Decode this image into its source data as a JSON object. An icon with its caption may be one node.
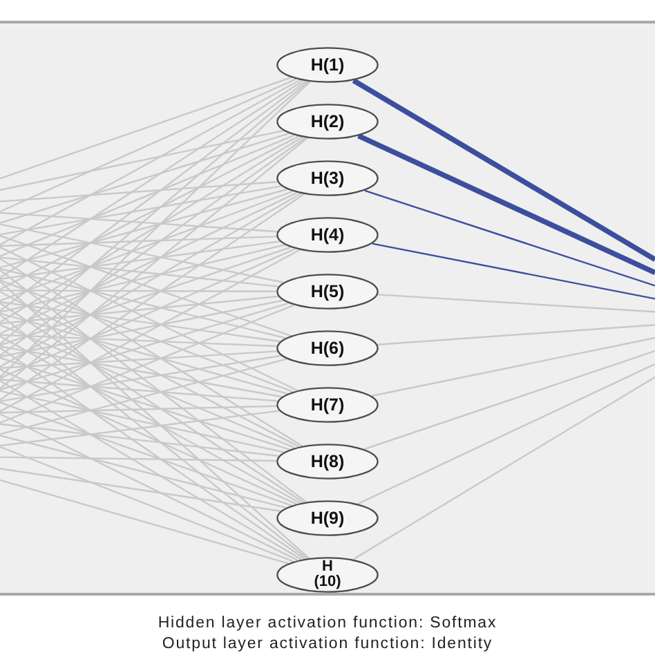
{
  "diagram": {
    "nodes": [
      {
        "text": [
          "H(1)"
        ]
      },
      {
        "text": [
          "H(2)"
        ]
      },
      {
        "text": [
          "H(3)"
        ]
      },
      {
        "text": [
          "H(4)"
        ]
      },
      {
        "text": [
          "H(5)"
        ]
      },
      {
        "text": [
          "H(6)"
        ]
      },
      {
        "text": [
          "H(7)"
        ]
      },
      {
        "text": [
          "H(8)"
        ]
      },
      {
        "text": [
          "H(9)"
        ]
      },
      {
        "text": [
          "H (10)"
        ]
      }
    ],
    "edges": [
      {
        "from": null,
        "to": 0,
        "arrow": "none"
      },
      {
        "from": null,
        "to": 1,
        "arrow": "none"
      },
      {
        "from": null,
        "to": 2,
        "arrow": "none"
      },
      {
        "from": null,
        "to": 3,
        "arrow": "none"
      },
      {
        "from": null,
        "to": 4,
        "arrow": "none"
      },
      {
        "from": null,
        "to": 5,
        "arrow": "none"
      },
      {
        "from": null,
        "to": 6,
        "arrow": "none"
      },
      {
        "from": null,
        "to": 7,
        "arrow": "none"
      },
      {
        "from": null,
        "to": 8,
        "arrow": "none"
      },
      {
        "from": null,
        "to": 9,
        "arrow": "none"
      },
      {
        "from": null,
        "to": 0,
        "arrow": "none"
      },
      {
        "from": null,
        "to": 1,
        "arrow": "none"
      },
      {
        "from": null,
        "to": 2,
        "arrow": "none"
      },
      {
        "from": null,
        "to": 3,
        "arrow": "none"
      },
      {
        "from": null,
        "to": 4,
        "arrow": "none"
      },
      {
        "from": null,
        "to": 5,
        "arrow": "none"
      },
      {
        "from": null,
        "to": 6,
        "arrow": "none"
      },
      {
        "from": null,
        "to": 7,
        "arrow": "none"
      },
      {
        "from": null,
        "to": 8,
        "arrow": "none"
      },
      {
        "from": null,
        "to": 9,
        "arrow": "none"
      },
      {
        "from": null,
        "to": 0,
        "arrow": "none"
      },
      {
        "from": null,
        "to": 1,
        "arrow": "none"
      },
      {
        "from": null,
        "to": 2,
        "arrow": "none"
      },
      {
        "from": null,
        "to": 3,
        "arrow": "none"
      },
      {
        "from": null,
        "to": 4,
        "arrow": "none"
      },
      {
        "from": null,
        "to": 5,
        "arrow": "none"
      },
      {
        "from": null,
        "to": 6,
        "arrow": "none"
      },
      {
        "from": null,
        "to": 7,
        "arrow": "none"
      },
      {
        "from": null,
        "to": 8,
        "arrow": "none"
      },
      {
        "from": null,
        "to": 9,
        "arrow": "none"
      },
      {
        "from": null,
        "to": 0,
        "arrow": "none"
      },
      {
        "from": null,
        "to": 1,
        "arrow": "none"
      },
      {
        "from": null,
        "to": 2,
        "arrow": "none"
      },
      {
        "from": null,
        "to": 3,
        "arrow": "none"
      },
      {
        "from": null,
        "to": 4,
        "arrow": "none"
      },
      {
        "from": null,
        "to": 5,
        "arrow": "none"
      },
      {
        "from": null,
        "to": 6,
        "arrow": "none"
      },
      {
        "from": null,
        "to": 7,
        "arrow": "none"
      },
      {
        "from": null,
        "to": 8,
        "arrow": "none"
      },
      {
        "from": null,
        "to": 9,
        "arrow": "none"
      },
      {
        "from": null,
        "to": 0,
        "arrow": "none"
      },
      {
        "from": null,
        "to": 1,
        "arrow": "none"
      },
      {
        "from": null,
        "to": 2,
        "arrow": "none"
      },
      {
        "from": null,
        "to": 3,
        "arrow": "none"
      },
      {
        "from": null,
        "to": 4,
        "arrow": "none"
      },
      {
        "from": null,
        "to": 5,
        "arrow": "none"
      },
      {
        "from": null,
        "to": 6,
        "arrow": "none"
      },
      {
        "from": null,
        "to": 7,
        "arrow": "none"
      },
      {
        "from": null,
        "to": 8,
        "arrow": "none"
      },
      {
        "from": null,
        "to": 9,
        "arrow": "none"
      },
      {
        "from": null,
        "to": 0,
        "arrow": "none"
      },
      {
        "from": null,
        "to": 1,
        "arrow": "none"
      },
      {
        "from": null,
        "to": 2,
        "arrow": "none"
      },
      {
        "from": null,
        "to": 3,
        "arrow": "none"
      },
      {
        "from": null,
        "to": 4,
        "arrow": "none"
      },
      {
        "from": null,
        "to": 5,
        "arrow": "none"
      },
      {
        "from": null,
        "to": 6,
        "arrow": "none"
      },
      {
        "from": null,
        "to": 7,
        "arrow": "none"
      },
      {
        "from": null,
        "to": 8,
        "arrow": "none"
      },
      {
        "from": null,
        "to": 9,
        "arrow": "none"
      },
      {
        "from": null,
        "to": 0,
        "arrow": "none"
      },
      {
        "from": null,
        "to": 1,
        "arrow": "none"
      },
      {
        "from": null,
        "to": 2,
        "arrow": "none"
      },
      {
        "from": null,
        "to": 3,
        "arrow": "none"
      },
      {
        "from": null,
        "to": 4,
        "arrow": "none"
      },
      {
        "from": null,
        "to": 5,
        "arrow": "none"
      },
      {
        "from": null,
        "to": 6,
        "arrow": "none"
      },
      {
        "from": null,
        "to": 7,
        "arrow": "none"
      },
      {
        "from": null,
        "to": 8,
        "arrow": "none"
      },
      {
        "from": null,
        "to": 9,
        "arrow": "none"
      },
      {
        "from": 0,
        "to": null,
        "arrow": "none",
        "style": "thick",
        "color": "#3c4f9e"
      },
      {
        "from": 1,
        "to": null,
        "arrow": "none",
        "style": "thick",
        "color": "#3c4f9e"
      },
      {
        "from": 2,
        "to": null,
        "arrow": "none",
        "color": "#3c4f9e"
      },
      {
        "from": 3,
        "to": null,
        "arrow": "none",
        "color": "#3c4f9e"
      },
      {
        "from": 4,
        "to": null,
        "arrow": "none"
      },
      {
        "from": 5,
        "to": null,
        "arrow": "none"
      },
      {
        "from": 6,
        "to": null,
        "arrow": "none"
      },
      {
        "from": 7,
        "to": null,
        "arrow": "none"
      },
      {
        "from": 8,
        "to": null,
        "arrow": "none"
      },
      {
        "from": 9,
        "to": null,
        "arrow": "none"
      }
    ],
    "labels": [
      "Hidden layer activation function: Softmax",
      "Output layer activation function: Identity"
    ]
  }
}
